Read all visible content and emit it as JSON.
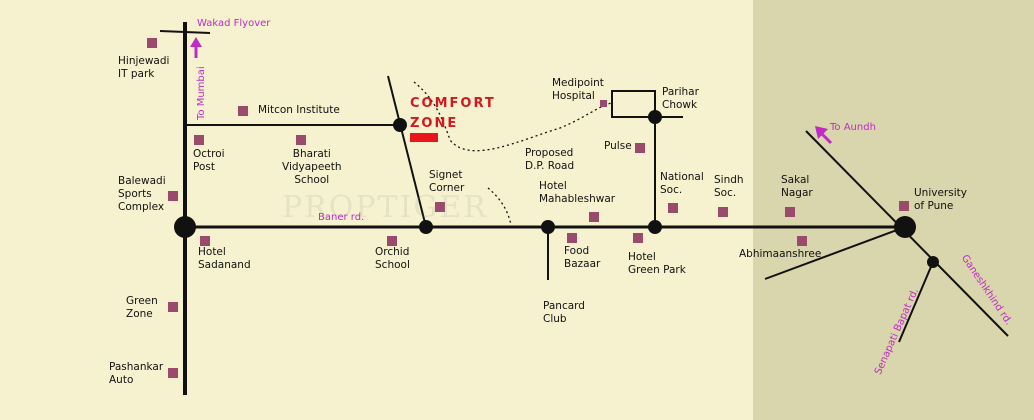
{
  "colors": {
    "background": "#f6f2cf",
    "right_region": "#d9d5ad",
    "road": "#111111",
    "marker": "#9a4a6a",
    "brand": "#d4181f",
    "road_label": "#c02bc6"
  },
  "project": {
    "name_line1": "COMFORT",
    "name_line2": "ZONE"
  },
  "watermark": "PROPTIGER",
  "roads": {
    "wakad_flyover": "Wakad Flyover",
    "to_mumbai": "To Mumbai",
    "baner_rd": "Baner rd.",
    "to_aundh": "To Aundh",
    "senapati_bapat_rd": "Senapati Bapat rd.",
    "ganeshkhind_rd": "Ganeshkhind rd."
  },
  "places": {
    "hinjewadi": "Hinjewadi\nIT park",
    "mitcon": "Mitcon Institute",
    "octroi": "Octroi\nPost",
    "bharati": "Bharati\nVidyapeeth\nSchool",
    "balewadi": "Balewadi\nSports\nComplex",
    "hotel_sadanand": "Hotel\nSadanand",
    "green_zone": "Green\nZone",
    "pashankar": "Pashankar\nAuto",
    "signet": "Signet\nCorner",
    "orchid": "Orchid\nSchool",
    "proposed_dp": "Proposed\nD.P. Road",
    "medipoint": "Medipoint\nHospital",
    "parihar": "Parihar\nChowk",
    "pulse": "Pulse",
    "hotel_mahableshwar": "Hotel\nMahableshwar",
    "food_bazaar": "Food\nBazaar",
    "pancard": "Pancard\nClub",
    "national_soc": "National\nSoc.",
    "hotel_green_park": "Hotel\nGreen Park",
    "sindh_soc": "Sindh\nSoc.",
    "sakal_nagar": "Sakal\nNagar",
    "abhimaanshree": "Abhimaanshree",
    "university": "University\nof Pune"
  }
}
